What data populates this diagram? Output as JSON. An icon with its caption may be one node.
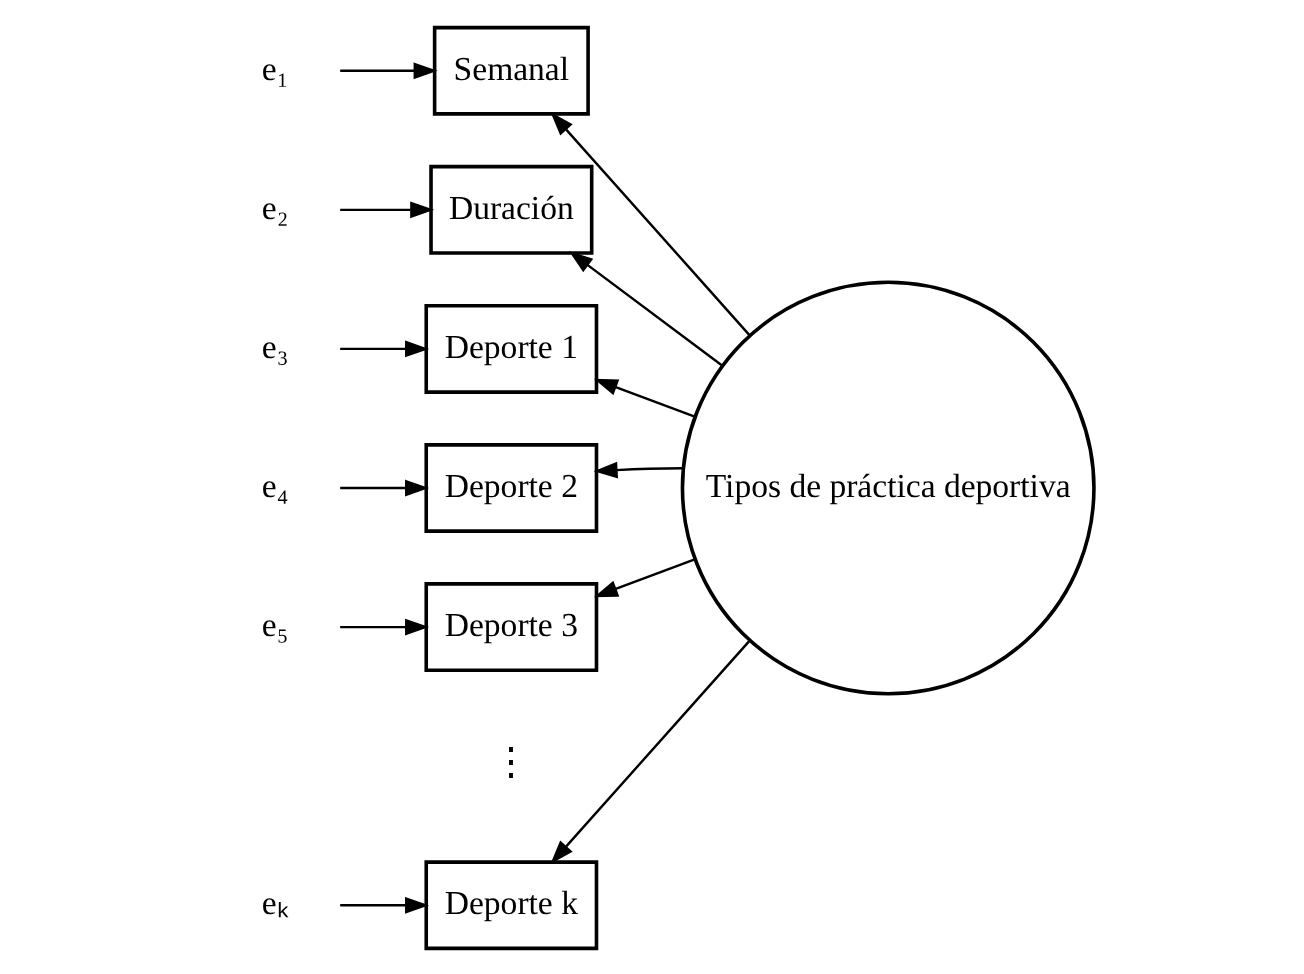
{
  "diagram": {
    "nodes": [
      {
        "text": [
          "e₁"
        ]
      },
      {
        "text": [
          "Semanal"
        ]
      },
      {
        "text": [
          "e₂"
        ]
      },
      {
        "text": [
          "Duración"
        ]
      },
      {
        "text": [
          "e₃"
        ]
      },
      {
        "text": [
          "Deporte 1"
        ]
      },
      {
        "text": [
          "e₄"
        ]
      },
      {
        "text": [
          "Deporte 2"
        ]
      },
      {
        "text": [
          "e₅"
        ]
      },
      {
        "text": [
          "Deporte 3"
        ]
      },
      {
        "text": [
          "eₖ"
        ]
      },
      {
        "text": [
          "Deporte k"
        ]
      },
      {
        "text": [
          "Tipos de práctica deportiva"
        ]
      }
    ],
    "edges": [
      {
        "from": 0,
        "to": 1,
        "arrow": "to"
      },
      {
        "from": 2,
        "to": 3,
        "arrow": "to"
      },
      {
        "from": 4,
        "to": 5,
        "arrow": "to"
      },
      {
        "from": 6,
        "to": 7,
        "arrow": "to"
      },
      {
        "from": 8,
        "to": 9,
        "arrow": "to"
      },
      {
        "from": 10,
        "to": 11,
        "arrow": "to"
      },
      {
        "from": 12,
        "to": 1,
        "arrow": "to"
      },
      {
        "from": 12,
        "to": 3,
        "arrow": "to"
      },
      {
        "from": 12,
        "to": 5,
        "arrow": "to"
      },
      {
        "from": 12,
        "to": 7,
        "arrow": "to"
      },
      {
        "from": 12,
        "to": 9,
        "arrow": "to"
      },
      {
        "from": 12,
        "to": 11,
        "arrow": "to"
      }
    ],
    "labels": [
      "⋮"
    ]
  }
}
